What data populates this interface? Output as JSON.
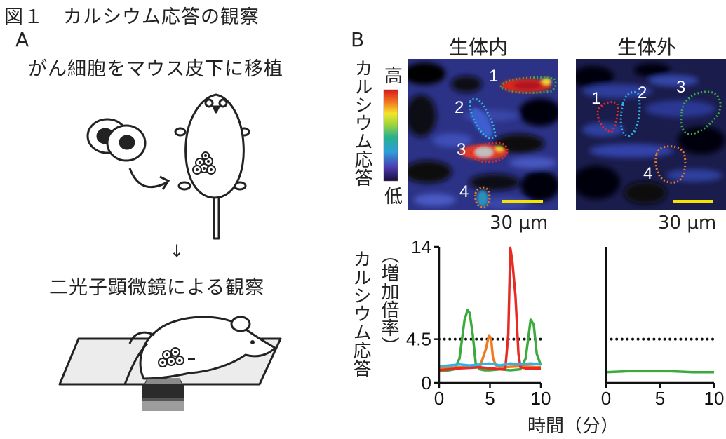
{
  "figure": {
    "title": "図１　カルシウム応答の観察",
    "panel_a": {
      "label": "A",
      "caption_top": "がん細胞をマウス皮下に移植",
      "arrow": "↓",
      "caption_bottom": "二光子顕微鏡による観察"
    },
    "panel_b": {
      "label": "B",
      "col_left": "生体内",
      "col_right": "生体外",
      "colorbar_label": "カルシウム応答",
      "colorbar_high": "高",
      "colorbar_low": "低",
      "scale_left": "30 μm",
      "scale_right": "30 μm",
      "roi_left": [
        "1",
        "2",
        "3",
        "4"
      ],
      "roi_right": [
        "1",
        "2",
        "3",
        "4"
      ],
      "ylabel_line1": "カルシウム応答",
      "ylabel_line2": "（増加倍率）",
      "xlabel": "時間（分）",
      "threshold_label": "4.5",
      "colors": {
        "roi1": "#e82a25",
        "roi2": "#2fb3e6",
        "roi3": "#3caa3c",
        "roi4": "#f07a1e",
        "threshold_text": "#e1261c",
        "scalebar": "#f5e400"
      }
    }
  },
  "chart_data": [
    {
      "type": "line",
      "panel": "生体内",
      "xlabel": "時間（分）",
      "ylabel": "カルシウム応答（増加倍率）",
      "xlim": [
        0,
        10
      ],
      "ylim": [
        0,
        14
      ],
      "xticks": [
        "0",
        "5",
        "10"
      ],
      "yticks": [
        "0",
        "4.5",
        "14"
      ],
      "threshold": 4.5,
      "series": [
        {
          "color": "#3caa3c",
          "x": [
            0,
            1,
            1.5,
            2,
            2.5,
            2.8,
            3,
            3.3,
            3.6,
            4,
            4.5,
            5,
            6,
            7,
            8,
            8.5,
            9,
            9.3,
            9.6,
            10
          ],
          "y": [
            1.2,
            1.3,
            1.4,
            2.5,
            6.5,
            7.5,
            7.2,
            5,
            2,
            1.4,
            1.3,
            1.3,
            1.4,
            1.3,
            1.4,
            2.5,
            6.5,
            6,
            3,
            1.8
          ]
        },
        {
          "color": "#f07a1e",
          "x": [
            0,
            2,
            4,
            4.6,
            4.9,
            5.1,
            5.3,
            5.6,
            6,
            8,
            10
          ],
          "y": [
            1.5,
            1.6,
            1.6,
            3.5,
            4.9,
            4.6,
            2.5,
            1.8,
            1.6,
            1.7,
            1.6
          ]
        },
        {
          "color": "#e82a25",
          "x": [
            0,
            2,
            4,
            6,
            6.5,
            6.8,
            7,
            7.2,
            7.5,
            7.8,
            8,
            8.5,
            10
          ],
          "y": [
            1.3,
            1.5,
            1.6,
            1.4,
            1.4,
            5,
            13.9,
            12.5,
            9,
            3,
            1.6,
            1.5,
            1.5
          ]
        },
        {
          "color": "#2fb3e6",
          "x": [
            0,
            1,
            2,
            3,
            4,
            5,
            6,
            7,
            8,
            9,
            10
          ],
          "y": [
            1.7,
            1.8,
            1.9,
            1.8,
            1.9,
            2.0,
            1.8,
            2.0,
            1.9,
            2.0,
            1.9
          ]
        }
      ]
    },
    {
      "type": "line",
      "panel": "生体外",
      "xlim": [
        0,
        10
      ],
      "ylim": [
        0,
        14
      ],
      "xticks": [
        "0",
        "5",
        "10"
      ],
      "threshold": 4.5,
      "series": [
        {
          "color": "#3caa3c",
          "x": [
            0,
            2,
            4,
            6,
            8,
            10
          ],
          "y": [
            1.1,
            1.2,
            1.2,
            1.2,
            1.1,
            1.1
          ]
        }
      ]
    }
  ]
}
